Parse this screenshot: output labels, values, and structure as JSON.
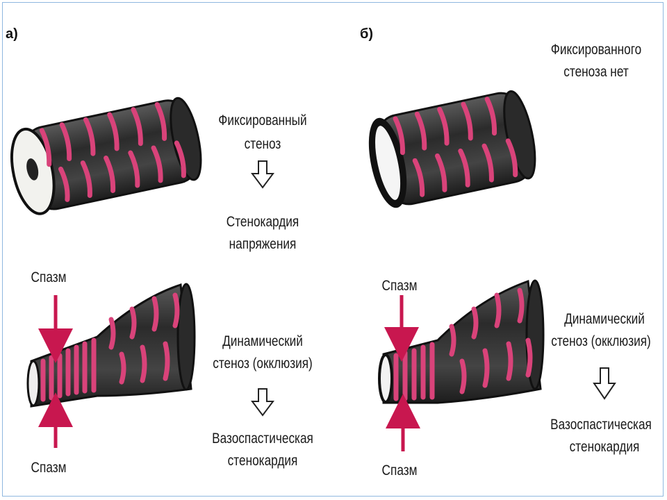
{
  "panels": [
    {
      "letter": "а)",
      "top_text_1": "Фиксированный",
      "top_text_2": "стеноз",
      "result_1": "Стенокардия",
      "result_2": "напряжения",
      "spasm_top": "Спазм",
      "spasm_bottom": "Спазм",
      "dyn_1": "Динамический",
      "dyn_2": "стеноз (окклюзия)",
      "res2_1": "Вазоспастическая",
      "res2_2": "стенокардия"
    },
    {
      "letter": "б)",
      "top_text_1": "Фиксированного",
      "top_text_2": "стеноза нет",
      "spasm_top": "Спазм",
      "spasm_bottom": "Спазм",
      "dyn_1": "Динамический",
      "dyn_2": "стеноз (окклюзия)",
      "res2_1": "Вазоспастическая",
      "res2_2": "стенокардия"
    }
  ],
  "colors": {
    "muscle": "#d9437a",
    "vessel": "#3a3a3a",
    "arrow": "#c8174f"
  }
}
